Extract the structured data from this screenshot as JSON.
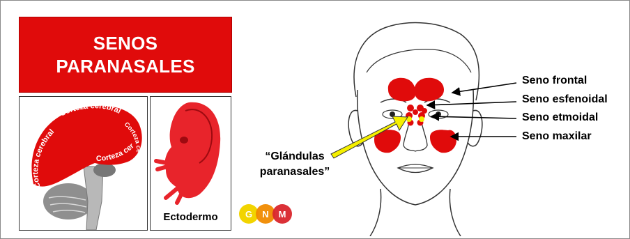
{
  "title": {
    "line1": "SENOS",
    "line2": "PARANASALES"
  },
  "brain_panel": {
    "labels": [
      "Corteza cerebral",
      "Corteza cerebral",
      "Corteza cerebral",
      "Corteza cerebral"
    ]
  },
  "embryo_panel": {
    "label": "Ectodermo"
  },
  "sinuses": [
    {
      "name": "Seno frontal"
    },
    {
      "name": "Seno esfenoidal"
    },
    {
      "name": "Seno etmoidal"
    },
    {
      "name": "Seno maxilar"
    }
  ],
  "glands_label": {
    "line1": "“Glándulas",
    "line2": "paranasales”"
  },
  "logo": {
    "letters": [
      "G",
      "N",
      "M"
    ]
  },
  "colors": {
    "accent_red": "#e00b0b",
    "highlight_yellow": "#f5f000",
    "logo_yellow": "#f2d400",
    "logo_orange": "#f08a00",
    "logo_red": "#d9262c"
  }
}
